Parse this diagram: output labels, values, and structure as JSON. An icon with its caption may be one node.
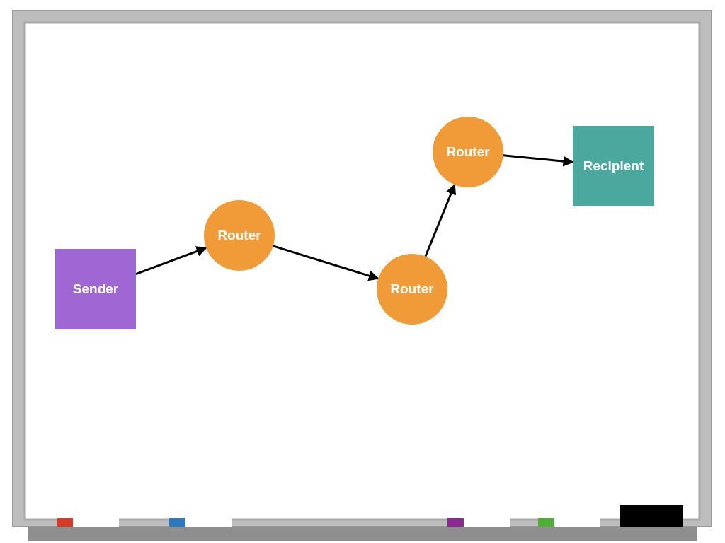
{
  "diagram": {
    "nodes": [
      {
        "text": [
          "Sender"
        ]
      },
      {
        "text": [
          "Router"
        ]
      },
      {
        "text": [
          "Router"
        ]
      },
      {
        "text": [
          "Router"
        ]
      },
      {
        "text": [
          "Recipient"
        ]
      }
    ],
    "edges": [
      {
        "from": 0,
        "to": 1,
        "arrow": "to"
      },
      {
        "from": 1,
        "to": 2,
        "arrow": "to"
      },
      {
        "from": 2,
        "to": 3,
        "arrow": "to"
      },
      {
        "from": 3,
        "to": 4,
        "arrow": "to"
      }
    ]
  }
}
